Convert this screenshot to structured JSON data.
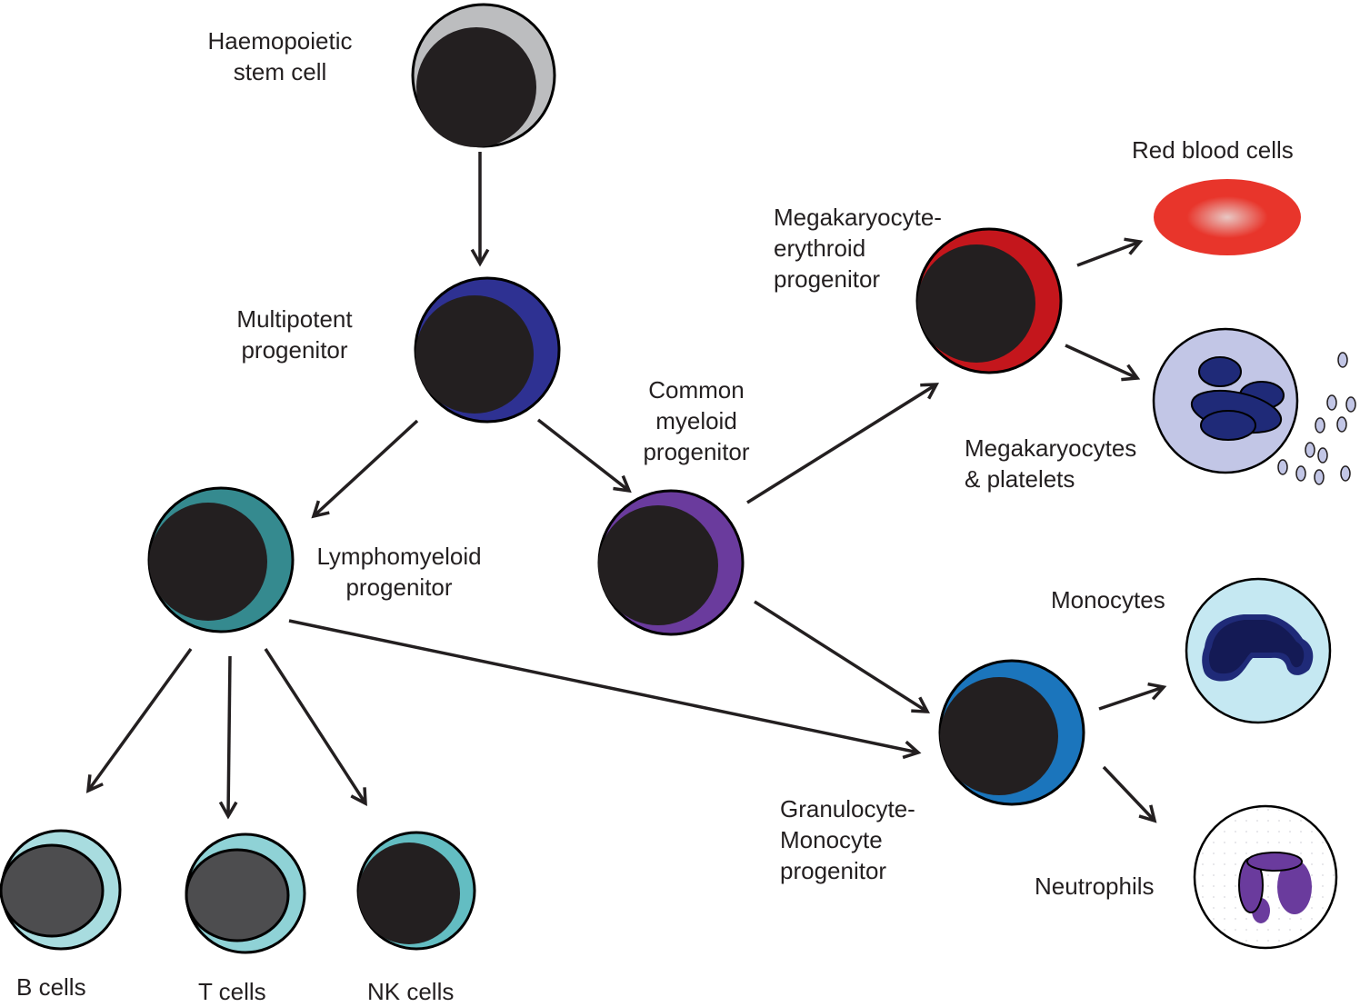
{
  "title": "Haematopoiesis lineage diagram",
  "colors": {
    "nucleus": "#231f20",
    "outline": "#000000",
    "arrow": "#231f20",
    "hsc": "#bcbdbf",
    "mpp": "#2e3192",
    "lmpp": "#358a8f",
    "cmp": "#6a3b9d",
    "mep": "#c4161c",
    "gmp": "#1b75bc",
    "b_cell": "#a8dcdf",
    "t_cell": "#8fd2d6",
    "nk_cell": "#63bdc2",
    "lymph_nucleus": "#4d4d4f",
    "rbc_outer": "#e8352b",
    "rbc_center": "#e8c8c4",
    "mk_cyto": "#c2c6e6",
    "mk_nucleus": "#1f2a78",
    "platelet": "#c2c6e6",
    "mono_cyto": "#c5e8f2",
    "mono_nucleus_outer": "#1f2a78",
    "mono_nucleus_inner": "#141a55",
    "neut_cyto": "#ffffff",
    "neut_nucleus": "#6a3b9d"
  },
  "nodes": {
    "hsc": {
      "label": "Haemopoietic\nstem cell"
    },
    "mpp": {
      "label": "Multipotent\nprogenitor"
    },
    "lmpp": {
      "label": "Lymphomyeloid\nprogenitor"
    },
    "cmp": {
      "label": "Common\nmyeloid\nprogenitor"
    },
    "mep": {
      "label": "Megakaryocyte-\nerythroid\nprogenitor"
    },
    "gmp": {
      "label": "Granulocyte-\nMonocyte\nprogenitor"
    },
    "rbc": {
      "label": "Red blood cells"
    },
    "mk": {
      "label": "Megakaryocytes\n& platelets"
    },
    "mono": {
      "label": "Monocytes"
    },
    "neut": {
      "label": "Neutrophils"
    },
    "b": {
      "label": "B cells"
    },
    "t": {
      "label": "T cells"
    },
    "nk": {
      "label": "NK cells"
    }
  },
  "edges": [
    {
      "from": "hsc",
      "to": "mpp"
    },
    {
      "from": "mpp",
      "to": "lmpp"
    },
    {
      "from": "mpp",
      "to": "cmp"
    },
    {
      "from": "cmp",
      "to": "mep"
    },
    {
      "from": "cmp",
      "to": "gmp"
    },
    {
      "from": "lmpp",
      "to": "gmp"
    },
    {
      "from": "lmpp",
      "to": "b"
    },
    {
      "from": "lmpp",
      "to": "t"
    },
    {
      "from": "lmpp",
      "to": "nk"
    },
    {
      "from": "mep",
      "to": "rbc"
    },
    {
      "from": "mep",
      "to": "mk"
    },
    {
      "from": "gmp",
      "to": "mono"
    },
    {
      "from": "gmp",
      "to": "neut"
    }
  ]
}
